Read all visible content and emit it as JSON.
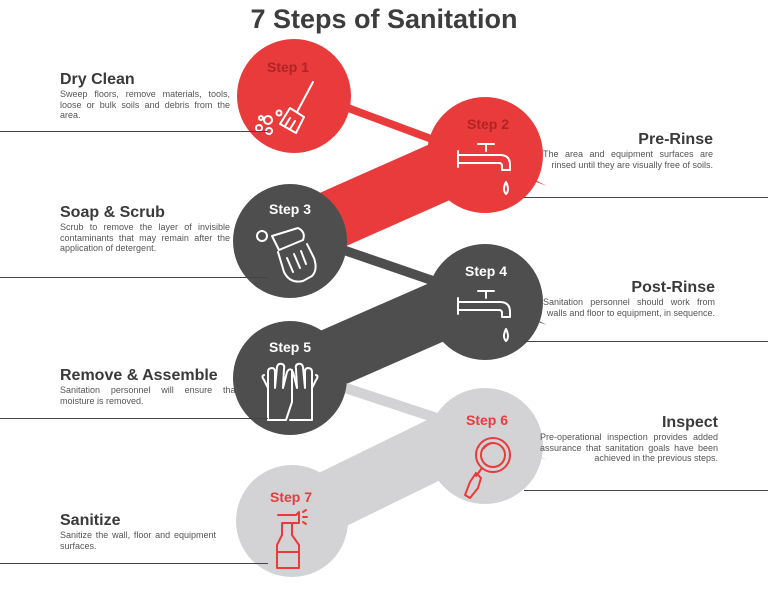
{
  "title": "7 Steps of Sanitation",
  "colors": {
    "red": "#ea3b3c",
    "dark": "#4e4e4e",
    "light": "#d3d3d5",
    "white": "#ffffff",
    "text": "#3c3c3c"
  },
  "steps": [
    {
      "label": "Step 1",
      "heading": "Dry Clean",
      "description": "Sweep floors, remove materials, tools, loose or bulk soils and debris from the area.",
      "icon": "broom-icon",
      "circle": "red"
    },
    {
      "label": "Step 2",
      "heading": "Pre-Rinse",
      "description": "The area and equipment surfaces are rinsed until they are visually free of soils.",
      "icon": "faucet-icon",
      "circle": "red"
    },
    {
      "label": "Step 3",
      "heading": "Soap & Scrub",
      "description": "Scrub to remove the layer of invisible contaminants that may remain after the application of detergent.",
      "icon": "scrub-hand-icon",
      "circle": "dark"
    },
    {
      "label": "Step 4",
      "heading": "Post-Rinse",
      "description": "Sanitation personnel should work from walls and floor to equipment, in sequence.",
      "icon": "faucet-icon",
      "circle": "dark"
    },
    {
      "label": "Step 5",
      "heading": "Remove & Assemble",
      "description": "Sanitation personnel will ensure that moisture is removed.",
      "icon": "gloves-icon",
      "circle": "dark"
    },
    {
      "label": "Step 6",
      "heading": "Inspect",
      "description": "Pre-operational inspection provides added assurance that sanitation goals have been achieved in the previous steps.",
      "icon": "magnifier-icon",
      "circle": "light"
    },
    {
      "label": "Step 7",
      "heading": "Sanitize",
      "description": "Sanitize the wall, floor and equipment surfaces.",
      "icon": "spray-bottle-icon",
      "circle": "light"
    }
  ]
}
